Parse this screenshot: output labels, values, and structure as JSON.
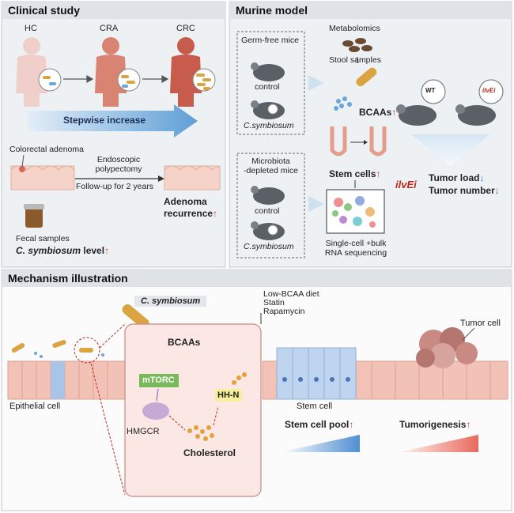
{
  "panels": {
    "clinical": {
      "title": "Clinical study",
      "stages": [
        "HC",
        "CRA",
        "CRC"
      ],
      "arrow_label": "Stepwise increase",
      "adenoma_label": "Colorectal adenoma",
      "procedure_line1": "Endoscopic",
      "procedure_line2": "polypectomy",
      "followup": "Follow-up for 2 years",
      "recurrence_line1": "Adenoma",
      "recurrence_line2": "recurrence",
      "fecal": "Fecal samples",
      "level_species": "C. symbiosum",
      "level_word": "level"
    },
    "murine": {
      "title": "Murine model",
      "germfree": "Germ-free mice",
      "control1": "control",
      "species1": "C.symbiosum",
      "depleted_line1": "Microbiota",
      "depleted_line2": "-depleted mice",
      "control2": "control",
      "species2": "C.symbiosum",
      "metabolomics": "Metabolomics",
      "stool": "Stool samples",
      "bcaas": "BCAAs",
      "stemcells": "Stem cells",
      "seq_line1": "Single-cell +bulk",
      "seq_line2": "RNA sequencing",
      "wt_tag": "WT",
      "ilvei_tag": "ilvEi",
      "ilvei": "ilvEi",
      "tumor_load": "Tumor load",
      "tumor_number": "Tumor number"
    },
    "mechanism": {
      "title": "Mechanism illustration",
      "species": "C. symbiosum",
      "bcaas": "BCAAs",
      "inhibitor1": "Low-BCAA diet",
      "inhibitor2": "Statin",
      "inhibitor3": "Rapamycin",
      "mtorc": "mTORC",
      "hmgcr": "HMGCR",
      "hhn": "HH-N",
      "cholesterol": "Cholesterol",
      "epithelial": "Epithelial cell",
      "stemcell": "Stem cell",
      "tumorcell": "Tumor cell",
      "stempool": "Stem cell pool",
      "tumorigenesis": "Tumorigenesis"
    }
  },
  "colors": {
    "panel_bg": "#eef1f4",
    "header_bg": "#dfe3e8",
    "mech_bg": "#fbfbfc",
    "up_arrow": "#d23b2a",
    "down_arrow": "#3a6fb5",
    "bacteria": "#d9a441",
    "tissue": "#f0c7bb",
    "stem": "#a9c4e6"
  }
}
